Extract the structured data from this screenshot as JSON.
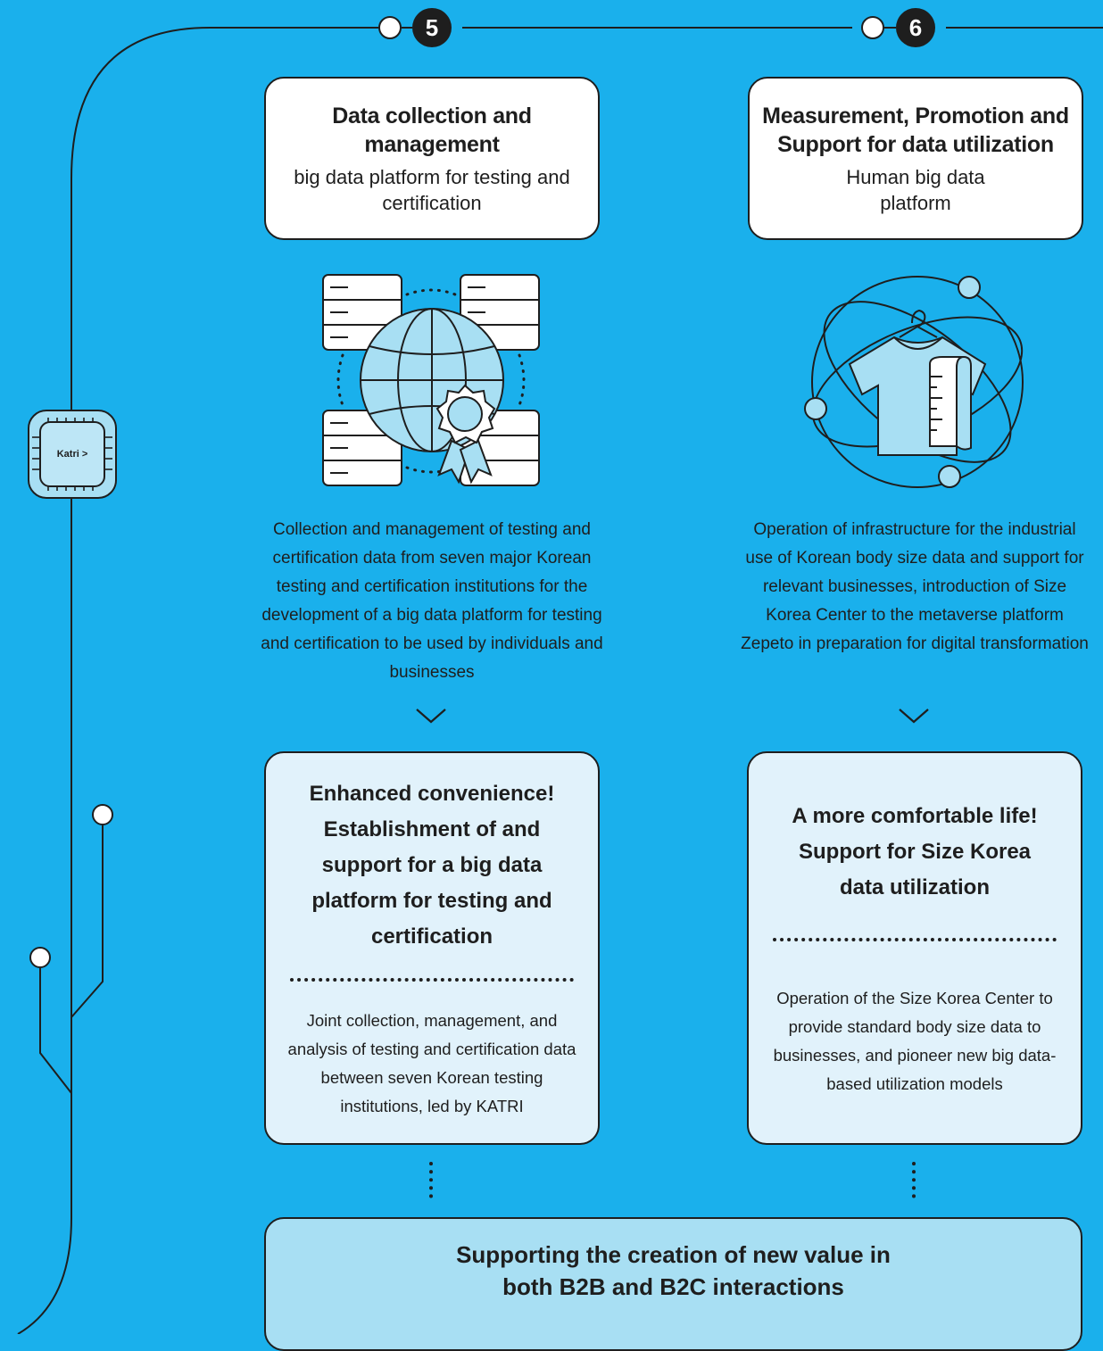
{
  "steps": [
    {
      "number": "5",
      "header": {
        "title": "Data collection and management",
        "subtitle": "big data platform for testing and certification"
      },
      "icon": "globe-certificate-servers-icon",
      "description": "Collection and management of testing and certification data from seven major Korean testing and certification institutions for the development of a big data platform for testing and certification to be used by individuals and businesses",
      "result": {
        "title": "Enhanced convenience! Establishment of and support for a big data platform for testing and certification",
        "text": "Joint collection, management, and analysis of testing and certification data between seven Korean testing institutions, led by KATRI"
      }
    },
    {
      "number": "6",
      "header": {
        "title": "Measurement, Promotion and Support for data utilization",
        "subtitle": "Human big data platform"
      },
      "icon": "tshirt-measure-orbit-icon",
      "description": "Operation of infrastructure for the industrial use of Korean body size data and support for relevant businesses, introduction of Size Korea Center to the metaverse platform Zepeto in preparation for digital transformation",
      "result": {
        "title": "A more comfortable life! Support for Size Korea data utilization",
        "text": "Operation of the Size Korea Center to provide standard body size data to businesses, and pioneer new big data-based utilization models"
      }
    }
  ],
  "chip_label": "Katri >",
  "bottom": {
    "title": "Supporting the creation of new value in both B2B and B2C interactions"
  },
  "colors": {
    "background": "#1ab0ec",
    "ink": "#1e1e1e",
    "header_box": "#ffffff",
    "result_box": "#e1f2fb",
    "bottom_box": "#a8dff3",
    "icon_fill": "#a8dff3"
  }
}
